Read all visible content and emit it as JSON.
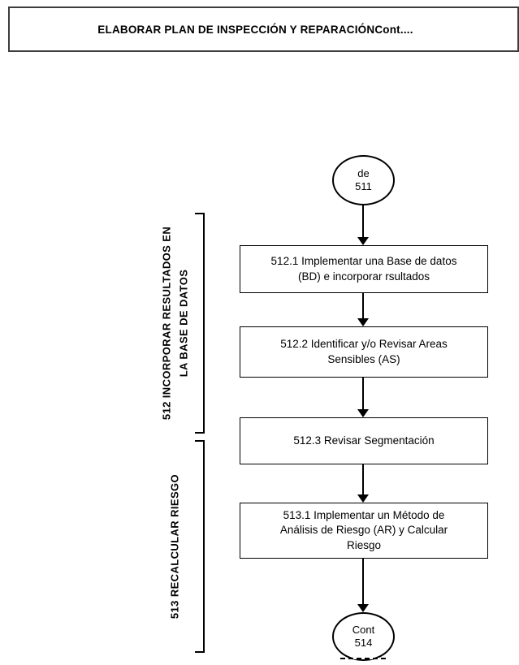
{
  "title": "ELABORAR PLAN DE INSPECCIÓN Y REPARACIÓNCont....",
  "colors": {
    "ink": "#000000",
    "title_border": "#3d3d3d",
    "background": "#ffffff"
  },
  "sections": [
    {
      "id": "512",
      "label_lines": [
        "512 INCORPORAR RESULTADOS EN",
        "LA BASE DE DATOS"
      ]
    },
    {
      "id": "513",
      "label_lines": [
        "513 RECALCULAR RIESGO"
      ]
    }
  ],
  "flow": {
    "start_node": {
      "lines": [
        "de",
        "511"
      ]
    },
    "steps": [
      {
        "id": "512.1",
        "lines": [
          "512.1  Implementar una Base de datos",
          "(BD) e incorporar rsultados"
        ]
      },
      {
        "id": "512.2",
        "lines": [
          "512.2 Identificar  y/o Revisar Areas",
          "Sensibles (AS)"
        ]
      },
      {
        "id": "512.3",
        "lines": [
          "512.3  Revisar Segmentación"
        ]
      },
      {
        "id": "513.1",
        "lines": [
          "513.1 Implementar un Método de",
          "Análisis de Riesgo (AR) y Calcular",
          "Riesgo"
        ]
      }
    ],
    "end_node": {
      "lines": [
        "Cont",
        "514"
      ]
    }
  }
}
